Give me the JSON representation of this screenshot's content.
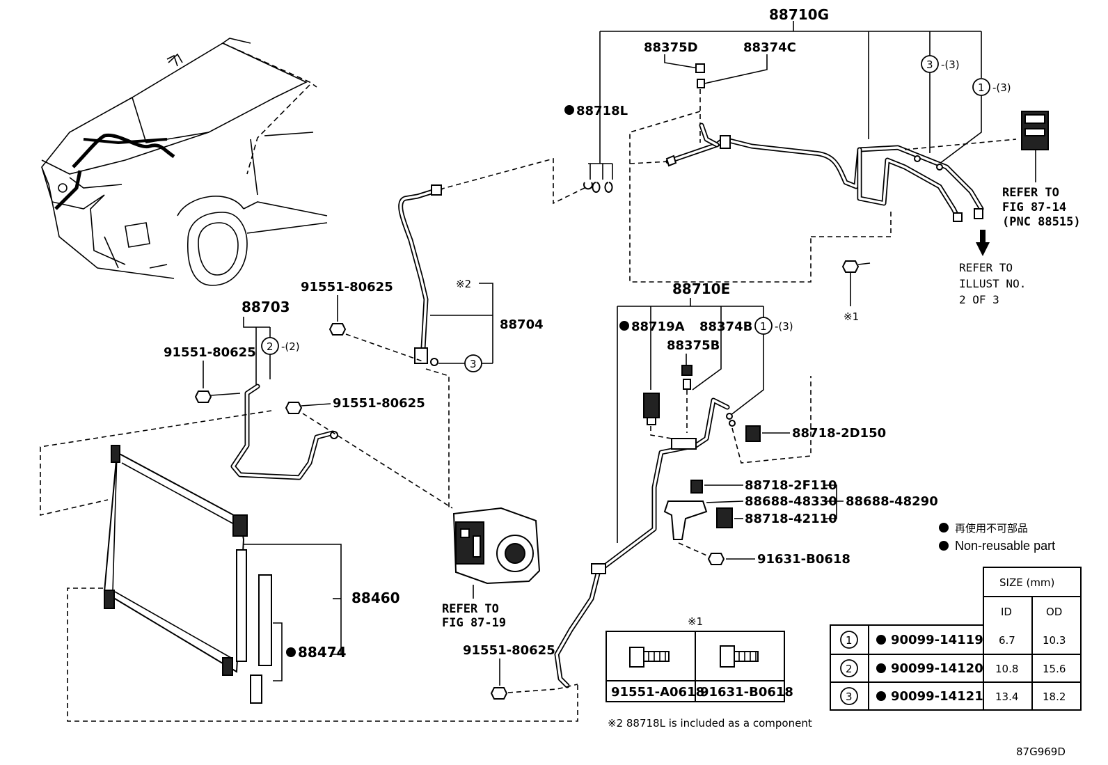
{
  "labels": {
    "p88710G": "88710G",
    "p88375D": "88375D",
    "p88374C": "88374C",
    "p88718L": "88718L",
    "p88710E": "88710E",
    "p88719A": "88719A",
    "p88374B": "88374B",
    "p88375B": "88375B",
    "p88703": "88703",
    "p88704": "88704",
    "p88460": "88460",
    "p88474": "88474",
    "b91551_a": "91551-80625",
    "b91551_b": "91551-80625",
    "b91551_c": "91551-80625",
    "b91551_d": "91551-80625",
    "p88718_2D150": "88718-2D150",
    "p88718_2F110": "88718-2F110",
    "p88688_48330": "88688-48330",
    "p88688_48290": "88688-48290",
    "p88718_42110": "88718-42110",
    "b91631": "91631-B0618",
    "circle1": "1",
    "circle2": "2",
    "circle3": "3",
    "qty3": "-(3)",
    "qty2": "-(2)",
    "note1_mark": "※1",
    "note2_mark": "※2"
  },
  "refs": {
    "ref_fig87_14_l1": "REFER TO",
    "ref_fig87_14_l2": "FIG 87-14",
    "ref_fig87_14_l3": "(PNC 88515)",
    "ref_illust_l1": "REFER TO",
    "ref_illust_l2": "ILLUST NO.",
    "ref_illust_l3": "2 OF 3",
    "ref_fig87_19_l1": "REFER TO",
    "ref_fig87_19_l2": "FIG 87-19"
  },
  "legend": {
    "nonreusable_jp": "再使用不可部品",
    "nonreusable_en": "Non-reusable part"
  },
  "bolt_box": {
    "title": "※1",
    "items": [
      "91551-A0618",
      "91631-B0618"
    ]
  },
  "size_table": {
    "header": "SIZE (mm)",
    "col_id": "ID",
    "col_od": "OD",
    "rows": [
      {
        "mark": "1",
        "part": "90099-14119",
        "id": "6.7",
        "od": "10.3"
      },
      {
        "mark": "2",
        "part": "90099-14120",
        "id": "10.8",
        "od": "15.6"
      },
      {
        "mark": "3",
        "part": "90099-14121",
        "id": "13.4",
        "od": "18.2"
      }
    ]
  },
  "footnote": "※2 88718L  is included as a component",
  "diagram_id": "87G969D"
}
